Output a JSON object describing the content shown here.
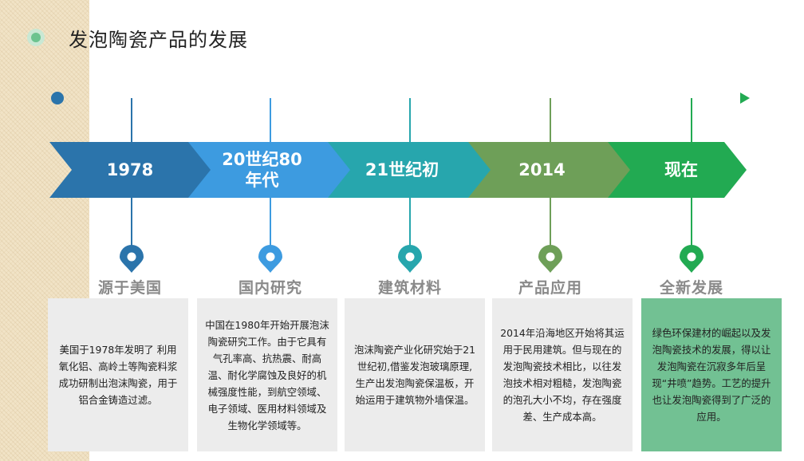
{
  "title": "发泡陶瓷产品的发展",
  "colors": {
    "c1": "#2b74ab",
    "c2": "#3d9be0",
    "c3": "#27a6ad",
    "c4": "#6e9f58",
    "c5": "#22aa52",
    "card": "#ececec",
    "card_highlight": "#72c193",
    "strip": "#f1e3c6"
  },
  "milestones": [
    {
      "period": "1978",
      "category": "源于美国",
      "description": "美国于1978年发明了 利用氧化铝、高岭土等陶瓷料浆成功研制出泡沫陶瓷，用于铝合金铸造过滤。"
    },
    {
      "period": "20世纪80年代",
      "category": "国内研究",
      "description": "中国在1980年开始开展泡沫陶瓷研究工作。由于它具有气孔率高、抗热震、耐高温、耐化学腐蚀及良好的机械强度性能，到航空领域、电子领域、医用材料领域及生物化学领域等。"
    },
    {
      "period": "21世纪初",
      "category": "建筑材料",
      "description": "泡沫陶瓷产业化研究始于21世纪初,借鉴发泡玻璃原理,生产出发泡陶瓷保温板，开始运用于建筑物外墙保温。"
    },
    {
      "period": "2014",
      "category": "产品应用",
      "description": "2014年沿海地区开始将其运用于民用建筑。但与现在的发泡陶瓷技术相比，以往发泡技术相对粗糙，发泡陶瓷的泡孔大小不均，存在强度差、生产成本高。"
    },
    {
      "period": "现在",
      "category": "全新发展",
      "description": "绿色环保建材的崛起以及发泡陶瓷技术的发展，得以让发泡陶瓷在沉寂多年后呈现“井喷”趋势。工艺的提升也让发泡陶瓷得到了广泛的应用。"
    }
  ]
}
